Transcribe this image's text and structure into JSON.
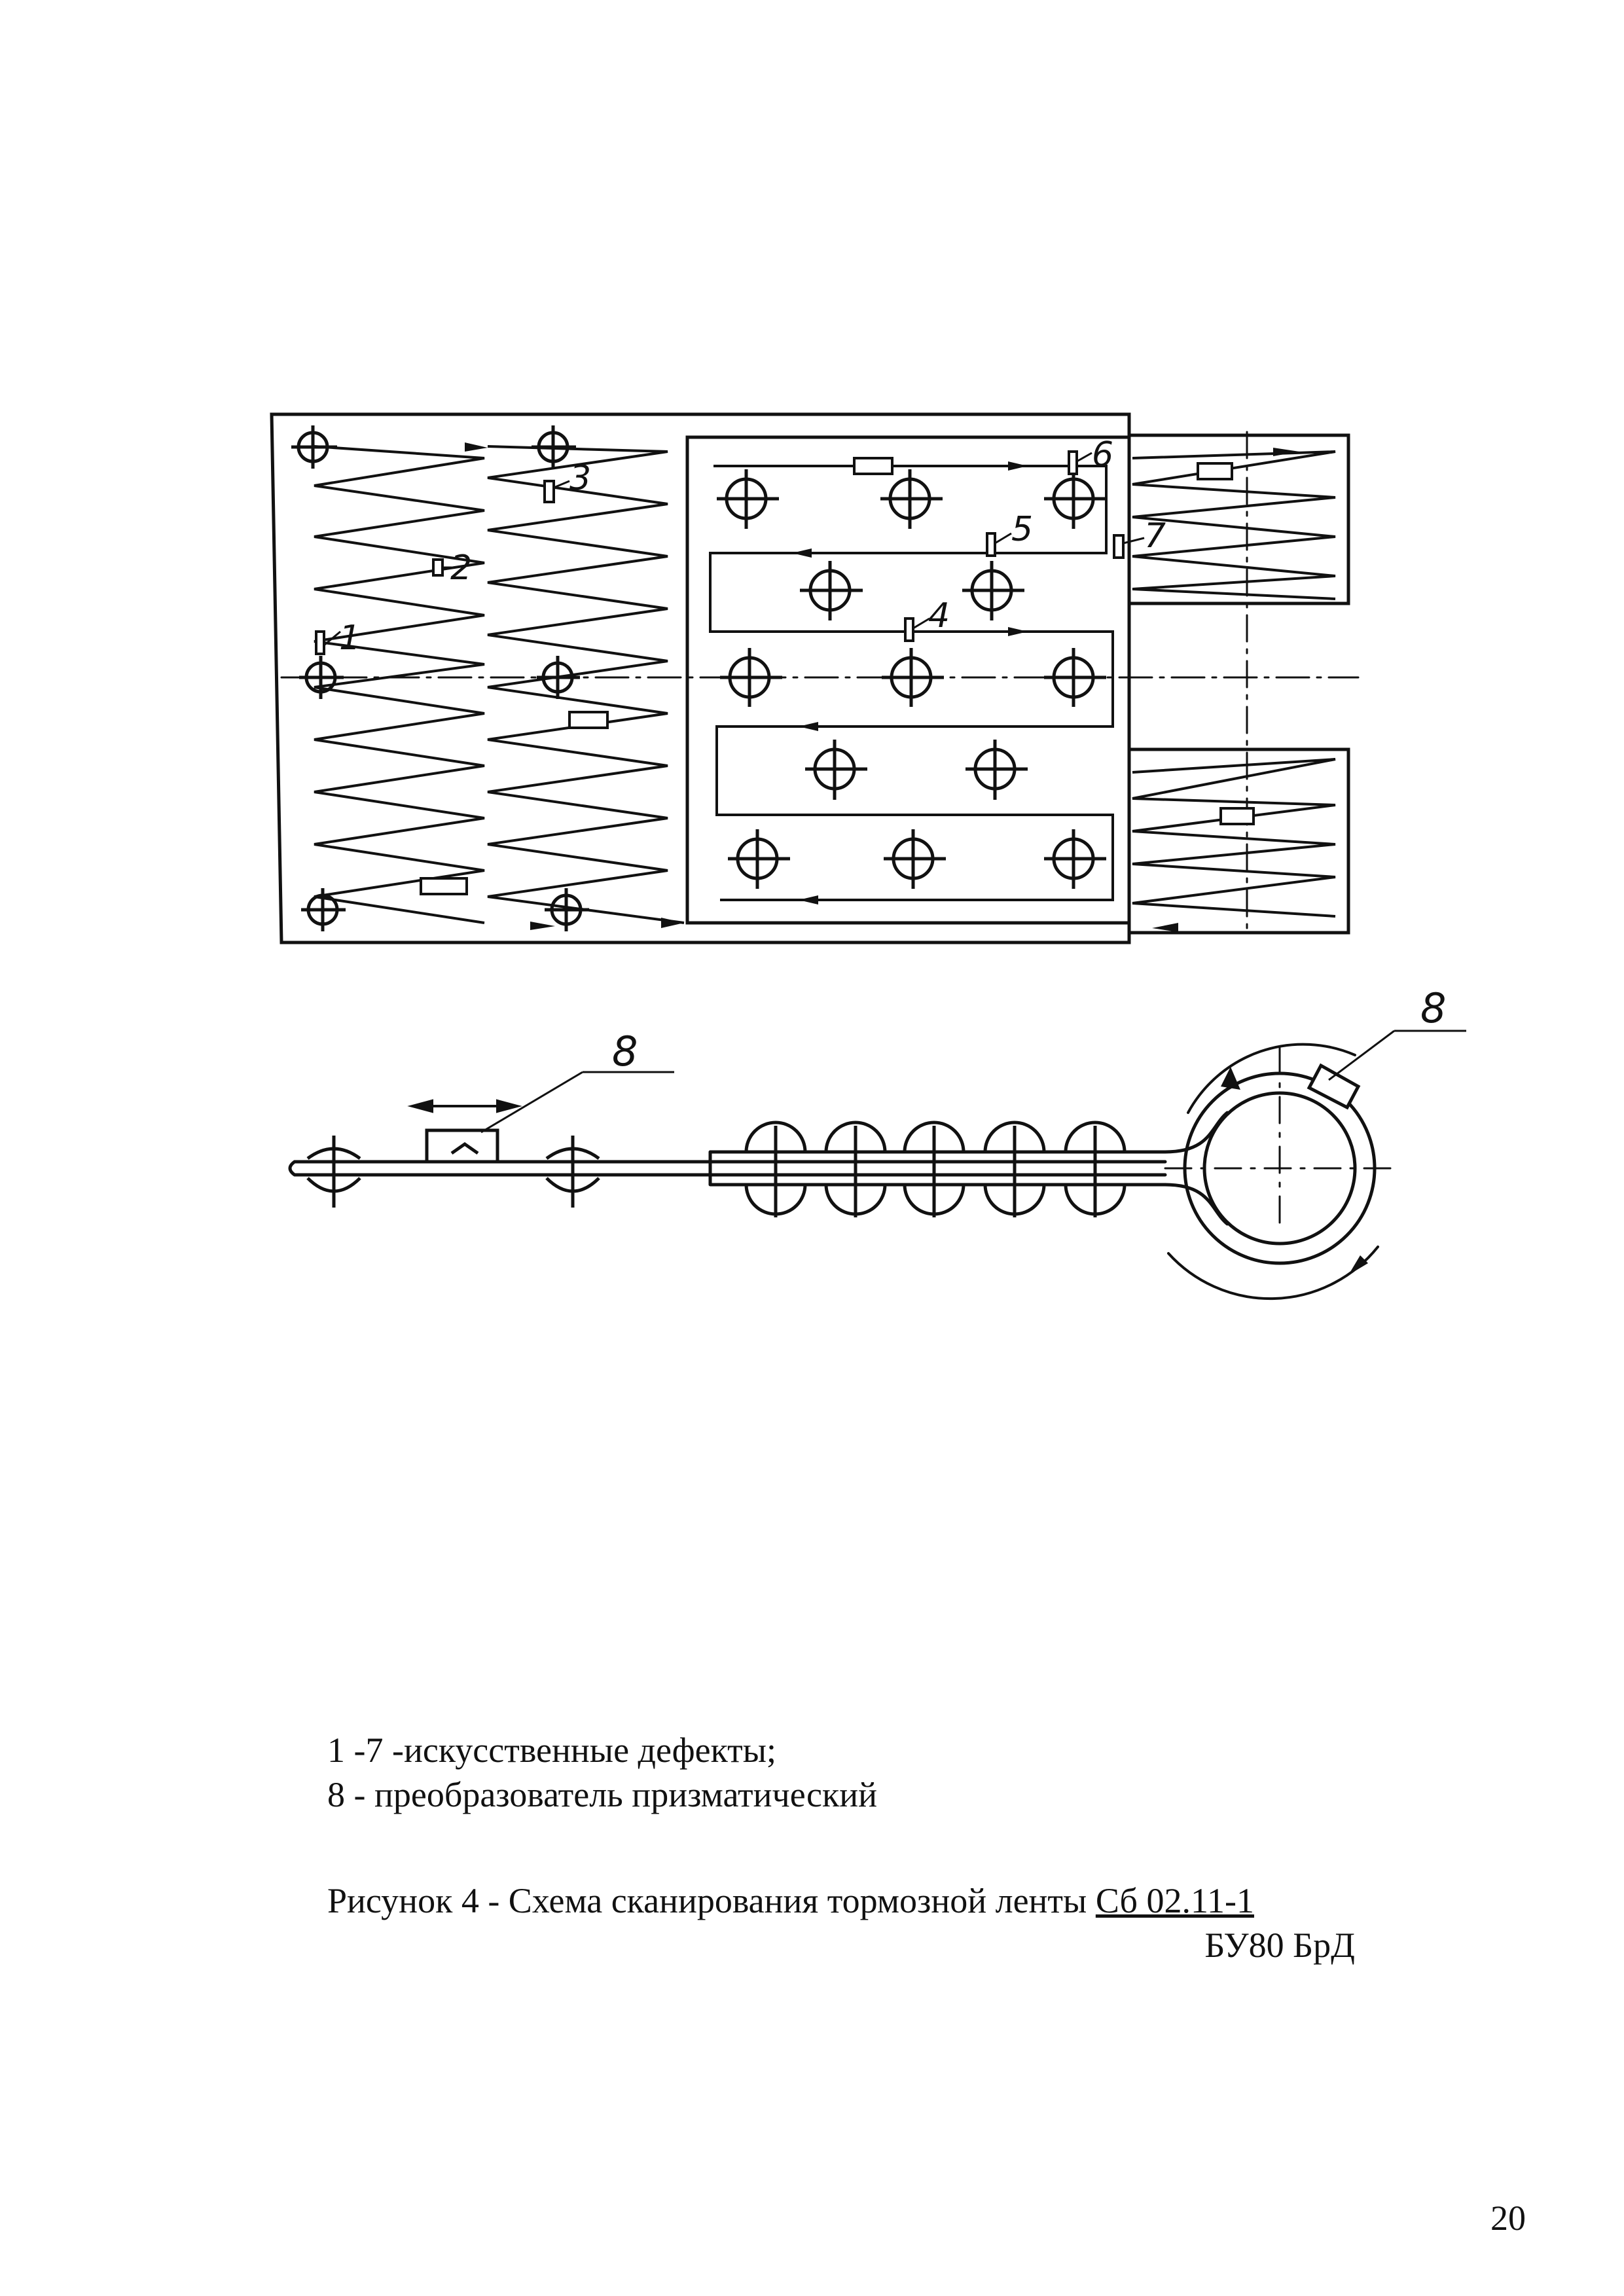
{
  "diagram": {
    "defect_labels": [
      "1",
      "2",
      "3",
      "4",
      "5",
      "6",
      "7"
    ],
    "transducer_label": "8"
  },
  "legend": {
    "line1": "1 -7 -искусственные дефекты;",
    "line2": "8 - преобразователь призматический"
  },
  "caption": {
    "prefix": "Рисунок 4 - Схема сканирования тормозной ленты ",
    "code": "Сб 02.11-1",
    "line2": "БУ80 БрД"
  },
  "page_number": "20"
}
